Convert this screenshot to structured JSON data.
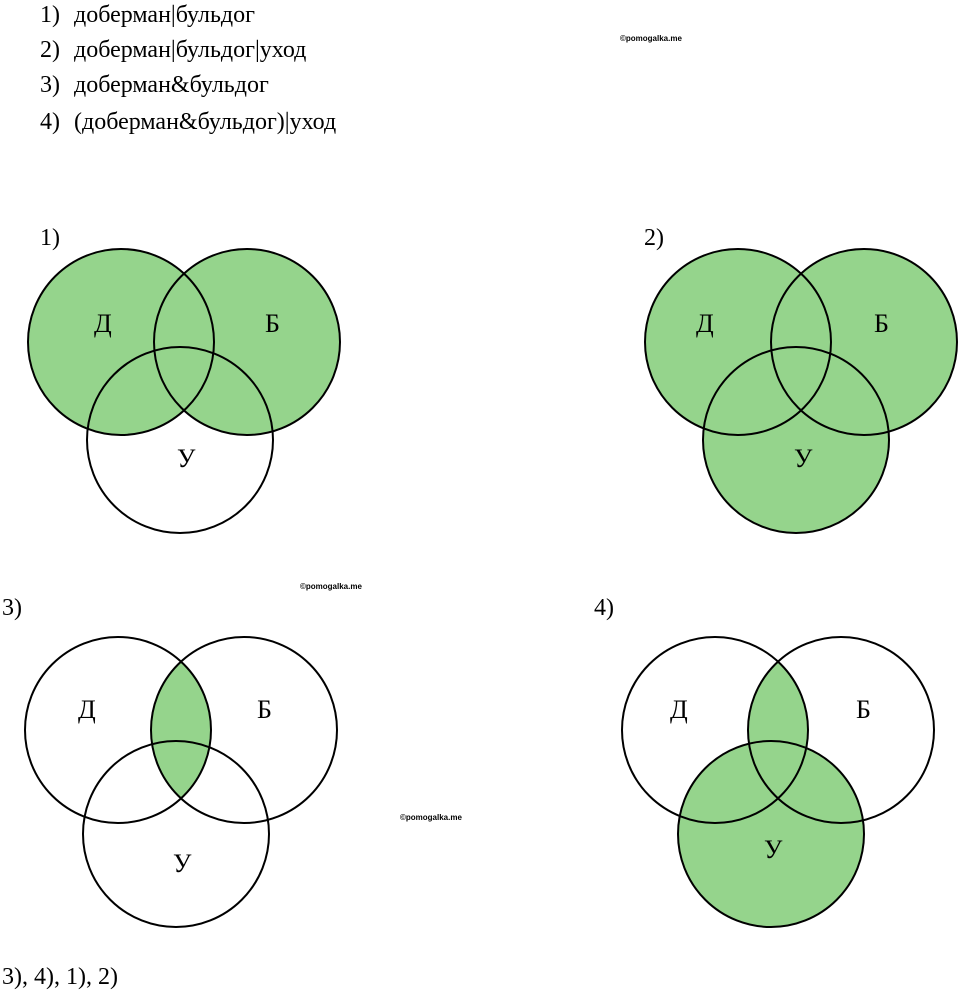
{
  "questions": [
    {
      "num": "1)",
      "text": "доберман|бульдог"
    },
    {
      "num": "2)",
      "text": "доберман|бульдог|уход"
    },
    {
      "num": "3)",
      "text": "доберман&бульдог"
    },
    {
      "num": "4)",
      "text": "(доберман&бульдог)|уход"
    }
  ],
  "watermark": "©pomogalka.me",
  "set_labels": {
    "d": "Д",
    "b": "Б",
    "u": "У"
  },
  "diagrams": [
    {
      "label": "1)",
      "shaded": "Д ∪ Б"
    },
    {
      "label": "2)",
      "shaded": "Д ∪ Б ∪ У"
    },
    {
      "label": "3)",
      "shaded": "Д ∩ Б"
    },
    {
      "label": "4)",
      "shaded": "(Д ∩ Б) ∪ У"
    }
  ],
  "colors": {
    "fill": "#95d48c",
    "stroke": "#000000"
  },
  "answer": "3), 4), 1), 2)"
}
